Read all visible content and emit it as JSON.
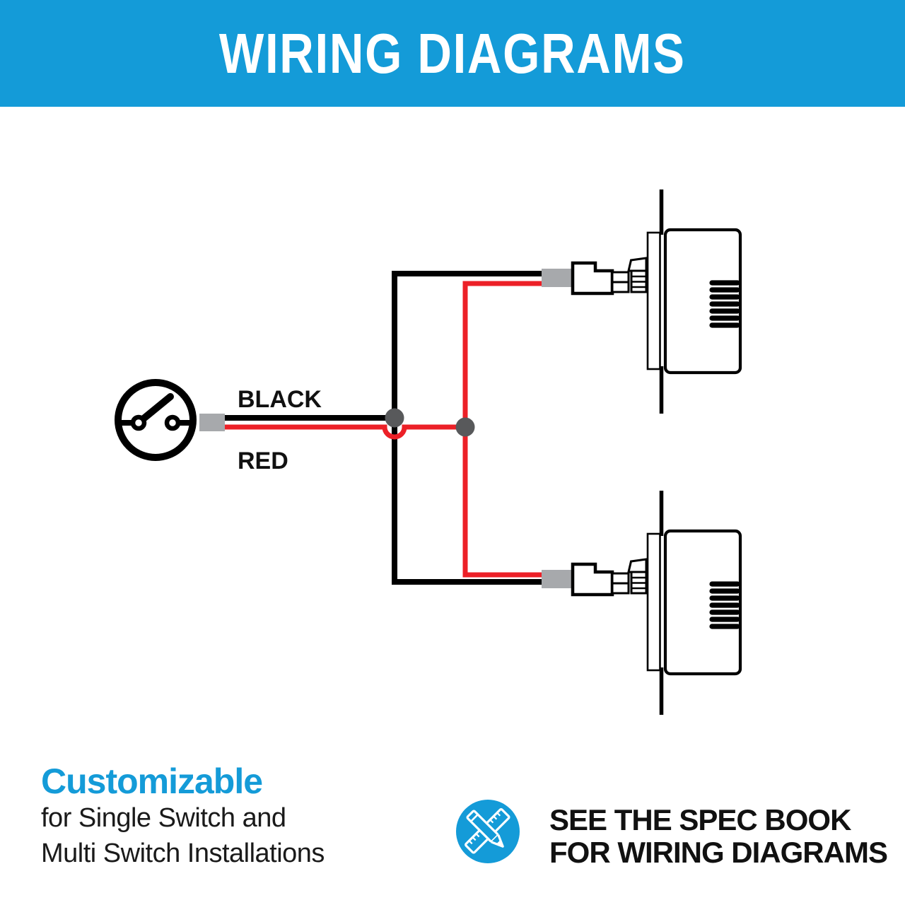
{
  "header": {
    "title": "WIRING DIAGRAMS"
  },
  "diagram": {
    "wire_labels": {
      "black": "BLACK",
      "red": "RED"
    },
    "components": {
      "switch": "toggle-switch",
      "top_device": "dimmer-module",
      "bottom_device": "dimmer-module",
      "connector": "wire-connector"
    }
  },
  "colors": {
    "brand_blue": "#149BD8",
    "wire_black": "#000000",
    "wire_red": "#EC2027",
    "connector_gray": "#A7A9AC",
    "junction_gray": "#58595B",
    "banner_text": "#FFFFFF"
  },
  "footer": {
    "left": {
      "headline": "Customizable",
      "line1": "for Single Switch and",
      "line2": "Multi Switch Installations"
    },
    "right": {
      "icon": "ruler-pencil-icon",
      "line1": "SEE THE SPEC BOOK",
      "line2": "FOR WIRING DIAGRAMS"
    }
  }
}
